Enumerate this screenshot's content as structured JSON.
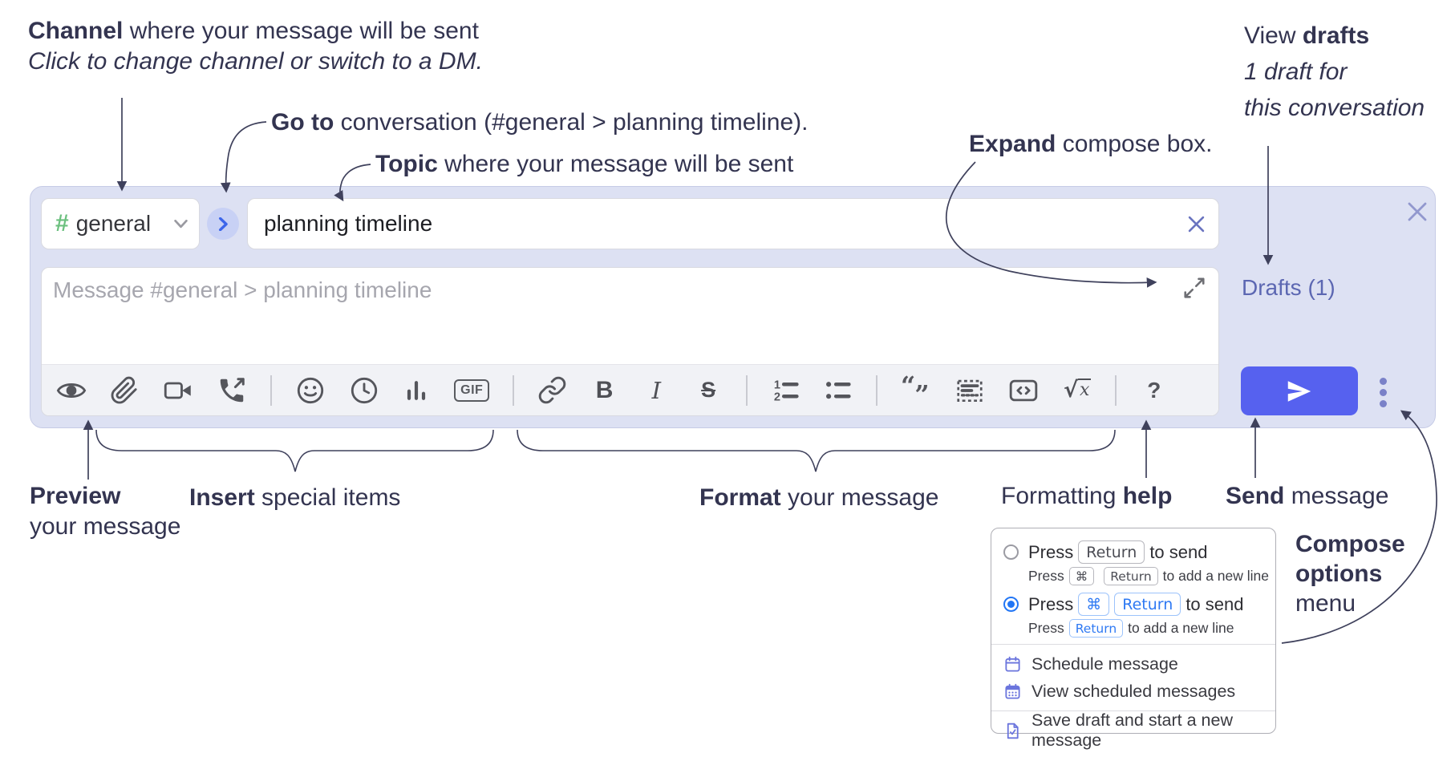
{
  "annotations": {
    "channel": {
      "bold": "Channel",
      "rest": " where your message will be sent",
      "subline": "Click to change channel or switch to a DM."
    },
    "goto": {
      "bold": "Go to",
      "rest": " conversation (#general > planning timeline)."
    },
    "topic": {
      "bold": "Topic",
      "rest": " where your message will be sent"
    },
    "expand": {
      "bold": "Expand",
      "rest": " compose box."
    },
    "view_drafts": {
      "pre": "View ",
      "bold": "drafts",
      "line2": "1 draft for",
      "line3": "this conversation"
    },
    "preview": {
      "bold": "Preview",
      "line2": "your message"
    },
    "insert": {
      "bold": "Insert",
      "rest": " special items"
    },
    "format": {
      "bold": "Format",
      "rest": " your message"
    },
    "formatting_help": {
      "pre": "Formatting ",
      "bold": "help"
    },
    "send_message": {
      "bold": "Send",
      "rest": " message"
    },
    "compose_options": {
      "line1": "Compose",
      "line2": "options",
      "line3": "menu"
    }
  },
  "compose": {
    "channel_selector": {
      "hash": "#",
      "label": "general"
    },
    "topic_input": {
      "value": "planning timeline"
    },
    "message_input": {
      "placeholder": "Message #general > planning timeline"
    },
    "drafts_link": {
      "label": "Drafts (1)"
    },
    "toolbar": {
      "icons": [
        "preview",
        "attach-file",
        "start-video-call",
        "start-voice-call",
        "emoji",
        "add-global-time",
        "add-poll",
        "add-gif",
        "link",
        "bold",
        "italic",
        "strikethrough",
        "numbered-list",
        "bulleted-list",
        "quote",
        "spoiler",
        "code",
        "math",
        "help"
      ],
      "gif_label": "GIF",
      "bold_label": "B",
      "italic_label": "I",
      "strike_label": "S",
      "math_radical": "√",
      "math_x": "x",
      "help_label": "?"
    }
  },
  "options_menu": {
    "option1": {
      "selected": false,
      "press": "Press",
      "key1": "Return",
      "suffix": "to send",
      "sub_press": "Press",
      "sub_key1": "⌘",
      "sub_key2": "Return",
      "sub_suffix": "to add a new line"
    },
    "option2": {
      "selected": true,
      "press": "Press",
      "key1": "⌘",
      "key2": "Return",
      "suffix": "to send",
      "sub_press": "Press",
      "sub_key1": "Return",
      "sub_suffix": "to add a new line"
    },
    "items": [
      {
        "label": "Schedule message"
      },
      {
        "label": "View scheduled messages"
      },
      {
        "label": "Save draft and start a new message"
      }
    ]
  },
  "colors": {
    "compose_bg": "#dde1f3",
    "send_button": "#5661ef",
    "drafts_link": "#5c67b2",
    "hash_green": "#6cc07f",
    "radio_selected": "#2276f5",
    "menu_icon_purple": "#6b75dd",
    "annotation_text": "#333450"
  }
}
